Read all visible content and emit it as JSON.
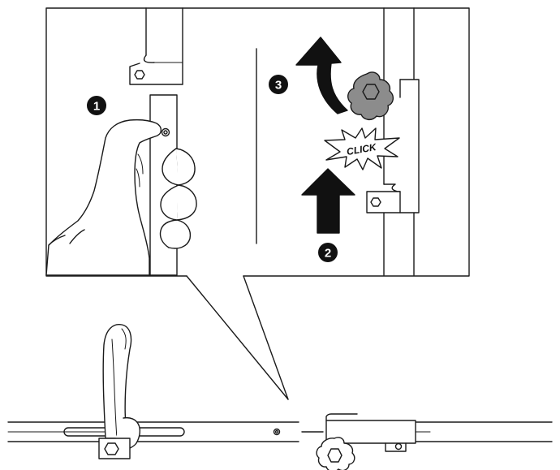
{
  "steps": {
    "step1": "1",
    "step2": "2",
    "step3": "3"
  },
  "click_label": "CLICK",
  "colors": {
    "line": "#1a1a1a",
    "arrow_fill": "#111111",
    "knob_fill": "#8c8c8c",
    "background": "#ffffff"
  },
  "icons": {
    "hand": "hand-icon",
    "knob": "knob-icon",
    "arrow_up": "arrow-up-icon",
    "arrow_rotate": "arrow-rotate-icon",
    "handle": "handle-icon"
  }
}
